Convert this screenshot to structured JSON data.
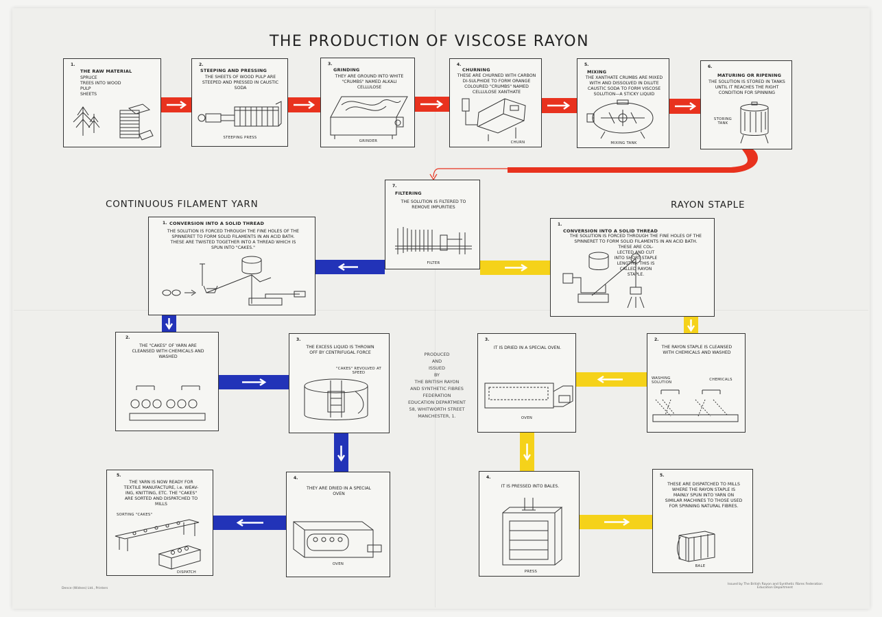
{
  "title": "THE PRODUCTION OF VISCOSE RAYON",
  "colors": {
    "red": "#e8321e",
    "blue": "#2233b8",
    "yellow": "#f5d21a"
  },
  "top_steps": [
    {
      "num": "1.",
      "head": "THE RAW MATERIAL",
      "text": "SPRUCE\n    TREES INTO WOOD\n              PULP\n           SHEETS",
      "caption": ""
    },
    {
      "num": "2.",
      "head": "STEEPING AND PRESSING",
      "text": "THE SHEETS OF WOOD PULP ARE\nSTEEPED AND PRESSED IN CAUSTIC\nSODA",
      "caption": "STEEPING PRESS"
    },
    {
      "num": "3.",
      "head": "GRINDING",
      "text": "THEY ARE GROUND INTO WHITE\n\"CRUMBS\" NAMED ALKALI\nCELLULOSE",
      "caption": "GRINDER"
    },
    {
      "num": "4.",
      "head": "CHURNING",
      "text": "THESE ARE CHURNED WITH CARBON\nDI-SULPHIDE TO FORM ORANGE\nCOLOURED \"CRUMBS\" NAMED\nCELLULOSE XANTHATE",
      "caption": "CHURN"
    },
    {
      "num": "5.",
      "head": "MIXING",
      "text": "THE XANTHATE CRUMBS ARE MIXED\nWITH AND DISSOLVED IN DILUTE\nCAUSTIC SODA TO FORM VISCOSE\nSOLUTION—A STICKY LIQUID",
      "caption": "MIXING TANK"
    },
    {
      "num": "6.",
      "head": "MATURING OR RIPENING",
      "text": "THE SOLUTION IS STORED IN TANKS\nUNTIL IT REACHES THE RIGHT\nCONDITION FOR SPINNING",
      "caption": "STORING\nTANK"
    }
  ],
  "filter": {
    "num": "7.",
    "head": "FILTERING",
    "text": "THE SOLUTION IS FILTERED TO\nREMOVE IMPURITIES",
    "caption": "FILTER"
  },
  "continuous": {
    "title": "CONTINUOUS FILAMENT YARN",
    "steps": [
      {
        "num": "1.",
        "head": "CONVERSION INTO A SOLID THREAD",
        "text": "THE SOLUTION IS FORCED THROUGH THE FINE HOLES OF THE\nSPINNERET TO FORM SOLID FILAMENTS IN AN ACID BATH.\nTHESE ARE TWISTED TOGETHER INTO A THREAD WHICH IS\nSPUN INTO \"CAKES.\"",
        "caption": ""
      },
      {
        "num": "2.",
        "head": "",
        "text": "THE \"CAKES\" OF YARN ARE\nCLEANSED WITH CHEMICALS AND\nWASHED",
        "caption": ""
      },
      {
        "num": "3.",
        "head": "",
        "text": "THE EXCESS LIQUID IS THROWN\nOFF BY CENTRIFUGAL FORCE",
        "caption": "\"CAKES\" REVOLVED AT\nSPEED"
      },
      {
        "num": "4.",
        "head": "",
        "text": "THEY ARE DRIED IN A SPECIAL\nOVEN",
        "caption": "OVEN"
      },
      {
        "num": "5.",
        "head": "",
        "text": "THE YARN IS NOW READY FOR\nTEXTILE MANUFACTURE, i.e. WEAV-\nING, KNITTING, ETC. THE \"CAKES\"\nARE SORTED AND DISPATCHED TO\nMILLS",
        "caption": "DISPATCH",
        "caption2": "SORTING \"CAKES\""
      }
    ]
  },
  "staple": {
    "title": "RAYON STAPLE",
    "steps": [
      {
        "num": "1.",
        "head": "CONVERSION INTO A SOLID THREAD",
        "text": "THE SOLUTION IS FORCED THROUGH THE FINE HOLES OF THE\nSPINNERET TO FORM SOLID FILAMENTS IN AN ACID BATH.\nTHESE ARE COL-\nLECTED AND CUT\nINTO SHORT STAPLE\nLENGTHS. THIS IS\nCALLED RAYON\nSTAPLE.",
        "caption": ""
      },
      {
        "num": "2.",
        "head": "",
        "text": "THE RAYON STAPLE IS CLEANSED\nWITH CHEMICALS AND WASHED",
        "caption": "CHEMICALS",
        "caption2": "WASHING\nSOLUTION"
      },
      {
        "num": "3.",
        "head": "",
        "text": "IT IS DRIED IN A SPECIAL OVEN.",
        "caption": "OVEN"
      },
      {
        "num": "4.",
        "head": "",
        "text": "IT IS PRESSED INTO BALES.",
        "caption": "PRESS"
      },
      {
        "num": "5.",
        "head": "",
        "text": "THESE ARE DISPATCHED TO MILLS\nWHERE THE RAYON STAPLE IS\nMAINLY SPUN INTO YARN ON\nSIMILAR MACHINES TO THOSE USED\nFOR SPINNING NATURAL FIBRES.",
        "caption": "BALE"
      }
    ]
  },
  "center_note": "PRODUCED\nAND\nISSUED\nBY\nTHE BRITISH RAYON\nAND SYNTHETIC FIBRES\nFEDERATION\nEDUCATION DEPARTMENT\n58, WHITWORTH STREET\nMANCHESTER, 1.",
  "footer_left": "Dence (Widnes) Ltd., Printers",
  "footer_right": "Issued by The British Rayon and Synthetic Fibres Federation\nEducation Department"
}
